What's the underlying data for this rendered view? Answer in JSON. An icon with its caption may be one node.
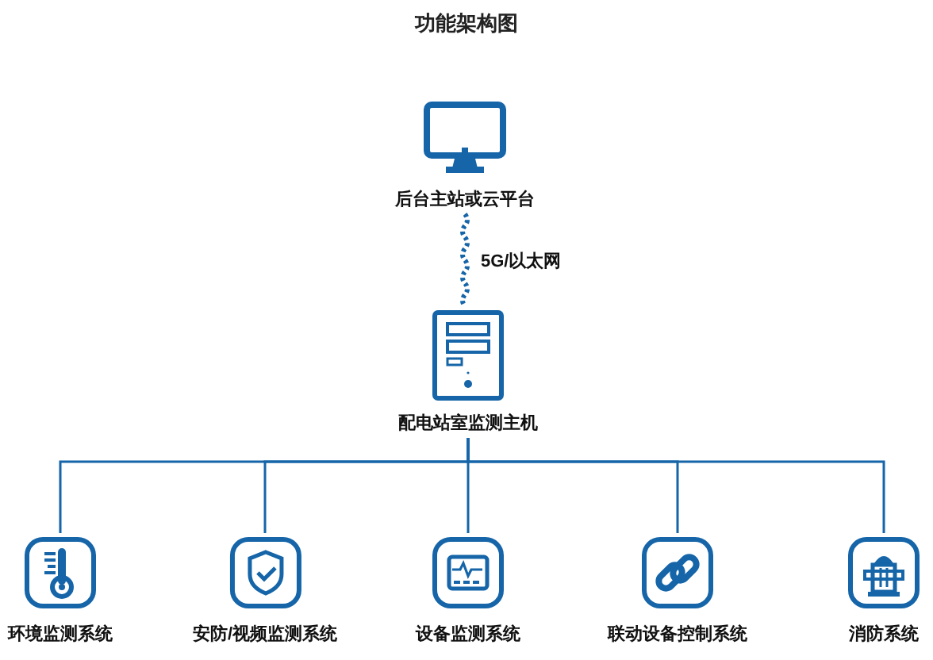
{
  "diagram": {
    "title": "功能架构图",
    "nodes": [
      {
        "text": [
          "后台主站或云平台"
        ]
      },
      {
        "text": [
          "配电站室监测主机"
        ]
      },
      {
        "text": [
          "环境监测系统"
        ]
      },
      {
        "text": [
          "安防/视频监测系统"
        ]
      },
      {
        "text": [
          "设备监测系统"
        ]
      },
      {
        "text": [
          "联动设备控制系统"
        ]
      },
      {
        "text": [
          "消防系统"
        ]
      }
    ],
    "edges": [
      {
        "from": 0,
        "to": 1,
        "arrow": "none",
        "label": "5G/以太网",
        "style": "dashed"
      },
      {
        "from": 1,
        "to": 2,
        "arrow": "none"
      },
      {
        "from": 1,
        "to": 3,
        "arrow": "none"
      },
      {
        "from": 1,
        "to": 4,
        "arrow": "none"
      },
      {
        "from": 1,
        "to": 5,
        "arrow": "none"
      },
      {
        "from": 1,
        "to": 6,
        "arrow": "none"
      }
    ]
  }
}
